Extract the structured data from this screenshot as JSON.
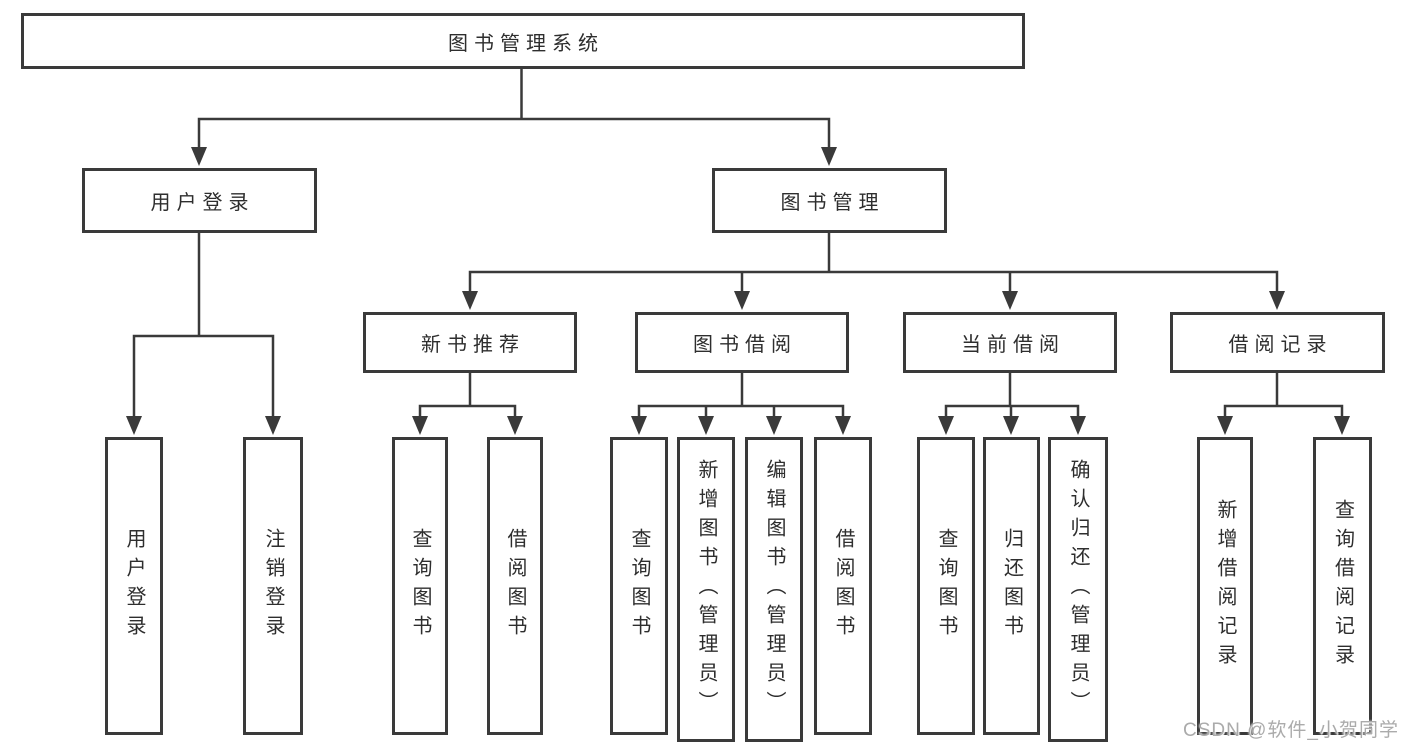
{
  "colors": {
    "line": "#3a3a3a",
    "text": "#2e2e2e",
    "box_background": "#ffffff",
    "watermark": "#ababab"
  },
  "diagram": {
    "root": "图书管理系统",
    "branches": [
      {
        "label": "用户登录",
        "children": [
          "用户登录",
          "注销登录"
        ]
      },
      {
        "label": "图书管理",
        "sections": [
          {
            "label": "新书推荐",
            "children": [
              "查询图书",
              "借阅图书"
            ]
          },
          {
            "label": "图书借阅",
            "children": [
              "查询图书",
              "新增图书（管理员）",
              "编辑图书（管理员）",
              "借阅图书"
            ]
          },
          {
            "label": "当前借阅",
            "children": [
              "查询图书",
              "归还图书",
              "确认归还（管理员）"
            ]
          },
          {
            "label": "借阅记录",
            "children": [
              "新增借阅记录",
              "查询借阅记录"
            ]
          }
        ]
      }
    ]
  },
  "watermark": "CSDN @软件_小贺同学"
}
